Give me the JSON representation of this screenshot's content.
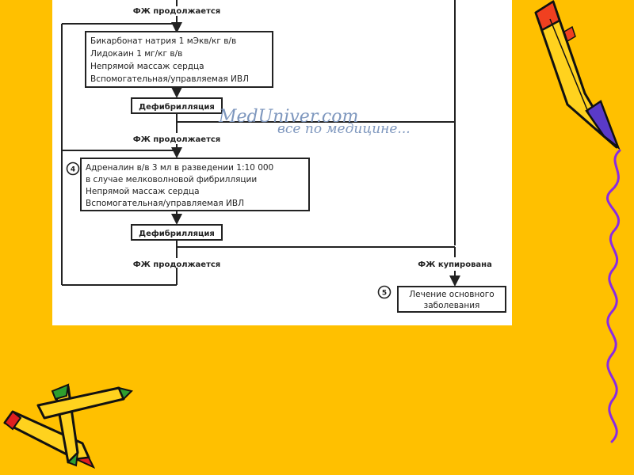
{
  "colors": {
    "background": "#FFC000",
    "panel": "#FFFFFF",
    "line": "#222222",
    "watermark": "#7E97BE",
    "squiggle": "#8A2BE2"
  },
  "flow": {
    "top_continues": "ФЖ продолжается",
    "box1_lines": [
      "Бикарбонат натрия 1 мЭкв/кг в/в",
      "Лидокаин 1 мг/кг в/в",
      "Непрямой массаж сердца",
      "Вспомогательная/управляемая ИВЛ"
    ],
    "defib1": "Дефибрилляция",
    "continues2": "ФЖ продолжается",
    "step4_number": "4",
    "box2_lines": [
      "Адреналин в/в 3 мл в разведении 1:10 000",
      "в случае мелковолновой фибрилляции",
      "Непрямой массаж сердца",
      "Вспомогательная/управляемая ИВЛ"
    ],
    "defib2": "Дефибрилляция",
    "continues3": "ФЖ продолжается",
    "stopped": "ФЖ купирована",
    "step5_number": "5",
    "box3_lines": [
      "Лечение основного",
      "заболевания"
    ]
  },
  "watermark": {
    "line1": "MedUniver.com",
    "line2": "все по медицине..."
  },
  "decorations": {
    "crayon_right": "crayon-icon",
    "crayons_left": "crayons-icon",
    "squiggle": "squiggle-line"
  }
}
